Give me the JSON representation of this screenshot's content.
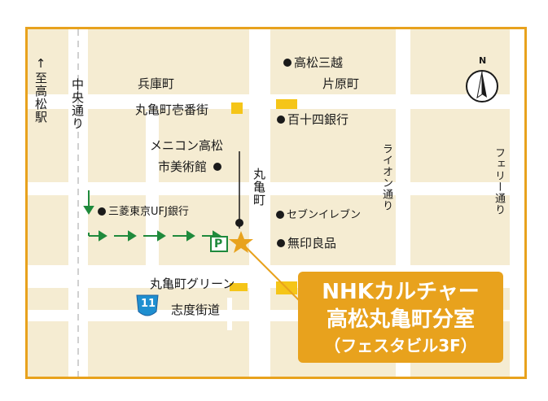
{
  "map": {
    "north": "N",
    "labels": {
      "to_station": "↑至高松駅",
      "chuo_dori": "中央通り",
      "hyogo_machi": "兵庫町",
      "marugame_ichibangai": "丸亀町壱番街",
      "takamatsu_mitsukoshi": "高松三越",
      "katahara_machi": "片原町",
      "hyakujushi_bank": "百十四銀行",
      "menicon_takamatsu": "メニコン高松",
      "city_museum": "市美術館",
      "marugame_machi": "丸亀町",
      "lion_dori": "ライオン通り",
      "ferry_dori": "フェリー通り",
      "mufg_bank": "三菱東京UFJ銀行",
      "seven_eleven": "セブンイレブン",
      "muji": "無印良品",
      "parking": "P",
      "marugame_green": "丸亀町グリーン",
      "route_number": "11",
      "shido_kaido": "志度街道"
    },
    "callout": {
      "line1": "NHKカルチャー",
      "line2": "高松丸亀町分室",
      "line3": "（フェスタビル3F）"
    },
    "colors": {
      "background": "#f5ecd2",
      "road": "#ffffff",
      "frame": "#e8a21d",
      "accent_yellow": "#f5c518",
      "route_green": "#1f8a3c",
      "route_shield": "#1f8fd0",
      "star": "#e8a21d"
    }
  }
}
